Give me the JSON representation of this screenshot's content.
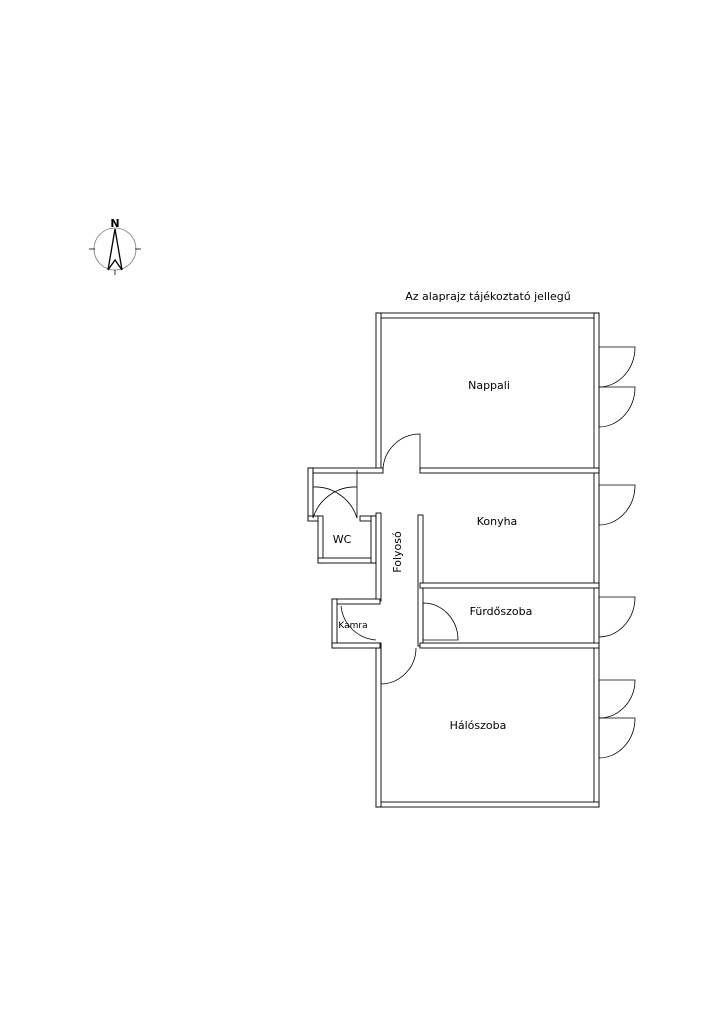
{
  "compass": {
    "north_label": "N"
  },
  "plan": {
    "note": "Az alaprajz tájékoztató jellegű",
    "rooms": {
      "nappali": "Nappali",
      "konyha": "Konyha",
      "wc": "WC",
      "folyoso": "Folyosó",
      "furdoszoba": "Fürdőszoba",
      "kamra": "Kamra",
      "haloszoba": "Hálószoba"
    }
  }
}
